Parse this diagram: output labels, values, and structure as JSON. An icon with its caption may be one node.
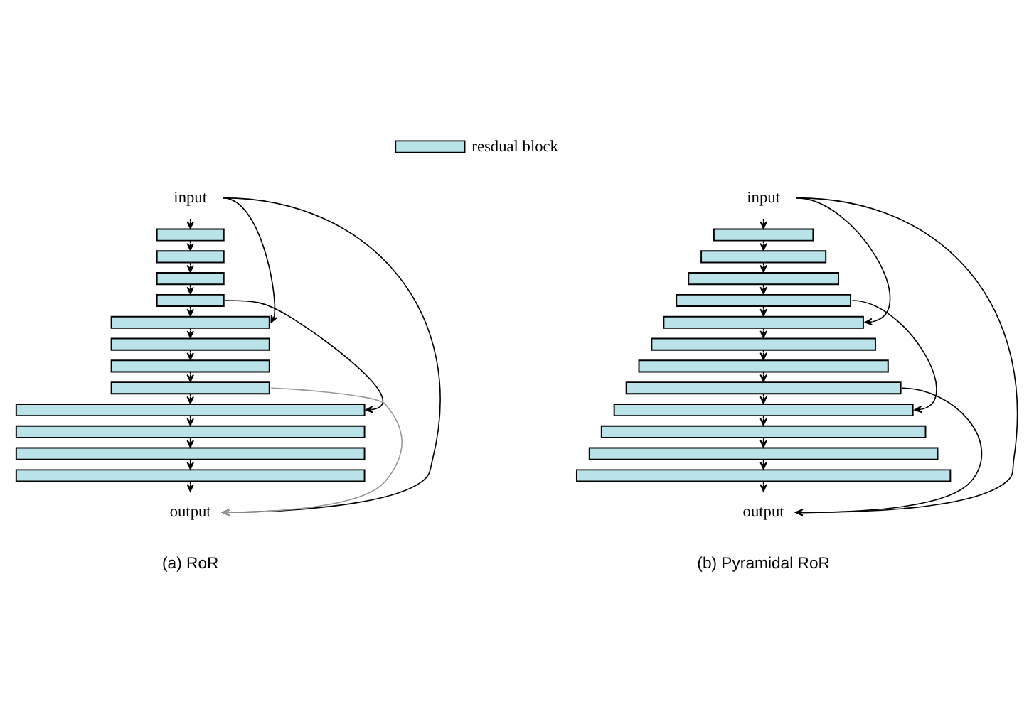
{
  "diagram": {
    "nodes": [
      {
        "text": [
          "input"
        ]
      },
      {
        "text": [],
        "shape": "box"
      },
      {
        "text": [],
        "shape": "box"
      },
      {
        "text": [],
        "shape": "box"
      },
      {
        "text": [],
        "shape": "box"
      },
      {
        "text": [],
        "shape": "box"
      },
      {
        "text": [],
        "shape": "box"
      },
      {
        "text": [],
        "shape": "box"
      },
      {
        "text": [],
        "shape": "box"
      },
      {
        "text": [],
        "shape": "box"
      },
      {
        "text": [],
        "shape": "box"
      },
      {
        "text": [],
        "shape": "box"
      },
      {
        "text": [],
        "shape": "box"
      },
      {
        "text": [
          "output"
        ]
      },
      {
        "text": [
          "input"
        ]
      },
      {
        "text": [],
        "shape": "box"
      },
      {
        "text": [],
        "shape": "box"
      },
      {
        "text": [],
        "shape": "box"
      },
      {
        "text": [],
        "shape": "box"
      },
      {
        "text": [],
        "shape": "box"
      },
      {
        "text": [],
        "shape": "box"
      },
      {
        "text": [],
        "shape": "box"
      },
      {
        "text": [],
        "shape": "box"
      },
      {
        "text": [],
        "shape": "box"
      },
      {
        "text": [],
        "shape": "box"
      },
      {
        "text": [],
        "shape": "box"
      },
      {
        "text": [],
        "shape": "box"
      },
      {
        "text": [
          "output"
        ]
      }
    ],
    "edges": [
      {
        "from": 0,
        "to": 1,
        "arrow": "to"
      },
      {
        "from": 1,
        "to": 2,
        "arrow": "to"
      },
      {
        "from": 2,
        "to": 3,
        "arrow": "to"
      },
      {
        "from": 3,
        "to": 4,
        "arrow": "to"
      },
      {
        "from": 4,
        "to": 5,
        "arrow": "to"
      },
      {
        "from": 5,
        "to": 6,
        "arrow": "to"
      },
      {
        "from": 6,
        "to": 7,
        "arrow": "to"
      },
      {
        "from": 7,
        "to": 8,
        "arrow": "to"
      },
      {
        "from": 8,
        "to": 9,
        "arrow": "to"
      },
      {
        "from": 9,
        "to": 10,
        "arrow": "to"
      },
      {
        "from": 10,
        "to": 11,
        "arrow": "to"
      },
      {
        "from": 11,
        "to": 12,
        "arrow": "to"
      },
      {
        "from": 12,
        "to": 13,
        "arrow": "to"
      },
      {
        "from": 0,
        "to": 5,
        "arrow": "to"
      },
      {
        "from": 4,
        "to": 9,
        "arrow": "to"
      },
      {
        "from": 8,
        "to": 13,
        "arrow": "to",
        "color": "#999999"
      },
      {
        "from": 0,
        "to": 13,
        "arrow": "to"
      },
      {
        "from": 14,
        "to": 15,
        "arrow": "to"
      },
      {
        "from": 15,
        "to": 16,
        "arrow": "to"
      },
      {
        "from": 16,
        "to": 17,
        "arrow": "to"
      },
      {
        "from": 17,
        "to": 18,
        "arrow": "to"
      },
      {
        "from": 18,
        "to": 19,
        "arrow": "to"
      },
      {
        "from": 19,
        "to": 20,
        "arrow": "to"
      },
      {
        "from": 20,
        "to": 21,
        "arrow": "to"
      },
      {
        "from": 21,
        "to": 22,
        "arrow": "to"
      },
      {
        "from": 22,
        "to": 23,
        "arrow": "to"
      },
      {
        "from": 23,
        "to": 24,
        "arrow": "to"
      },
      {
        "from": 24,
        "to": 25,
        "arrow": "to"
      },
      {
        "from": 25,
        "to": 26,
        "arrow": "to"
      },
      {
        "from": 26,
        "to": 27,
        "arrow": "to"
      },
      {
        "from": 14,
        "to": 19,
        "arrow": "to"
      },
      {
        "from": 18,
        "to": 23,
        "arrow": "to"
      },
      {
        "from": 22,
        "to": 27,
        "arrow": "to"
      },
      {
        "from": 14,
        "to": 27,
        "arrow": "to"
      }
    ],
    "labels": [
      "(a) RoR",
      "(b) Pyramidal RoR"
    ],
    "legend": [
      {
        "text": "resdual block",
        "color": "#b9e3e8"
      }
    ]
  }
}
